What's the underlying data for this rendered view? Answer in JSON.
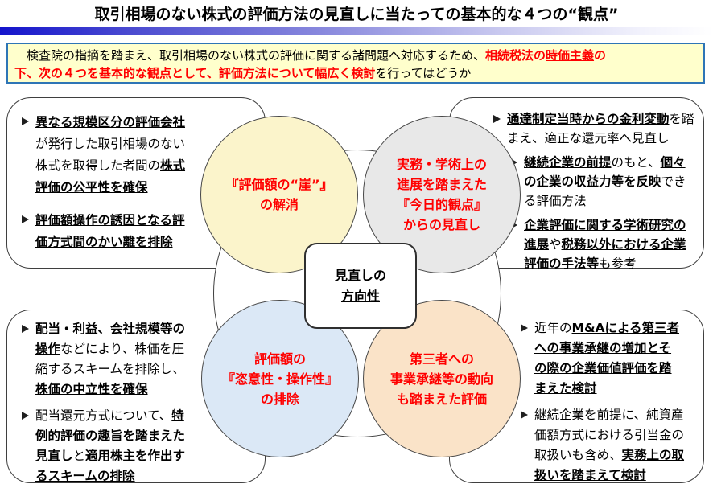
{
  "title": "取引相場のない株式の評価方法の見直しに当たっての基本的な４つの“観点”",
  "colors": {
    "accent_red": "#FF0000",
    "banner_bg": "#FFFFCC",
    "banner_border": "#2E75B6",
    "bar_gradient_left": "#1414CC",
    "bar_gradient_right": "#FFFFFF",
    "circle_yellow": "#FBF4CB",
    "circle_gray": "#E8E8E8",
    "circle_blue": "#DBE8F6",
    "circle_orange": "#FAE3C8",
    "box_border": "#3F3F3F"
  },
  "banner": {
    "lines": [
      {
        "segments": [
          {
            "t": "　検査院の指摘を踏まえ、取引相場のない株式の評価に関する諸問題へ対応するため、"
          },
          {
            "t": "相続税法の",
            "b": true,
            "r": true
          },
          {
            "t": "時価主義",
            "b": true,
            "r": true,
            "u": true
          },
          {
            "t": "の",
            "b": true,
            "r": true
          }
        ]
      },
      {
        "segments": [
          {
            "t": "下、次の４つを基本的な観点として、評価方法について幅広く検討",
            "b": true,
            "r": true
          },
          {
            "t": "を行ってはどうか"
          }
        ]
      }
    ]
  },
  "center": {
    "label": "見直しの\n方向性"
  },
  "circles": {
    "top_left": {
      "label": "『評価額の“崖”』\nの解消"
    },
    "top_right": {
      "label": "実務・学術上の\n進展を踏まえた\n『今日的観点』\nからの見直し"
    },
    "bottom_left": {
      "label": "評価額の\n『恣意性・操作性』\nの排除"
    },
    "bottom_right": {
      "label": "第三者への\n事業承継等の動向\nも踏まえた評価"
    }
  },
  "boxes": {
    "top_left": {
      "bullets": [
        {
          "indent": 0,
          "segments": [
            {
              "t": "異なる規模区分の評価会社",
              "b": true,
              "u": true
            },
            {
              "t": "\nが発行した取引相場のない\n株式を取得した者間の"
            },
            {
              "t": "株式\n評価の公平性を確保",
              "b": true,
              "u": true
            }
          ]
        },
        {
          "indent": 0,
          "segments": [
            {
              "t": "評価額操作の誘因となる評\n価方式間のかい離を排除",
              "b": true,
              "u": true
            }
          ]
        }
      ]
    },
    "top_right": {
      "bullets": [
        {
          "indent": 0,
          "segments": [
            {
              "t": "通達制定当時からの金利変動",
              "b": true,
              "u": true
            },
            {
              "t": "を踏\nまえ、適正な還元率へ見直し"
            }
          ]
        },
        {
          "indent": 1,
          "segments": [
            {
              "t": "継続企業の前提",
              "b": true,
              "u": true
            },
            {
              "t": "のもと、"
            },
            {
              "t": "個々\nの企業の収益力等を反映",
              "b": true,
              "u": true
            },
            {
              "t": "でき\nる評価方法"
            }
          ]
        },
        {
          "indent": 1,
          "segments": [
            {
              "t": "企業評価に関する学術研究の\n進展",
              "b": true,
              "u": true
            },
            {
              "t": "や"
            },
            {
              "t": "税務以外における企業\n評価の手法等",
              "b": true,
              "u": true
            },
            {
              "t": "も参考"
            }
          ]
        }
      ]
    },
    "bottom_left": {
      "bullets": [
        {
          "indent": 0,
          "segments": [
            {
              "t": "配当・利益、会社規模等の\n操作",
              "b": true,
              "u": true
            },
            {
              "t": "などにより、株価を圧\n縮するスキームを排除し、\n"
            },
            {
              "t": "株価の中立性を確保",
              "b": true,
              "u": true
            }
          ]
        },
        {
          "indent": 0,
          "segments": [
            {
              "t": "配当還元方式について、"
            },
            {
              "t": "特\n例的評価の趣旨を踏まえた\n見直し",
              "b": true,
              "u": true
            },
            {
              "t": "と"
            },
            {
              "t": "適用株主を作出す\nるスキームの排除",
              "b": true,
              "u": true
            }
          ]
        }
      ]
    },
    "bottom_right": {
      "bullets": [
        {
          "indent": 0,
          "segments": [
            {
              "t": "近年の"
            },
            {
              "t": "M&Aによる第三者\nへの事業承継の増加とそ\nの際の企業価値評価を踏\nまえた検討",
              "b": true,
              "u": true
            }
          ]
        },
        {
          "indent": 0,
          "segments": [
            {
              "t": "継続企業を前提に、純資産\n価額方式における引当金の\n取扱いも含め、"
            },
            {
              "t": "実務上の取\n扱いを踏まえて検討",
              "b": true,
              "u": true
            }
          ]
        }
      ]
    }
  }
}
